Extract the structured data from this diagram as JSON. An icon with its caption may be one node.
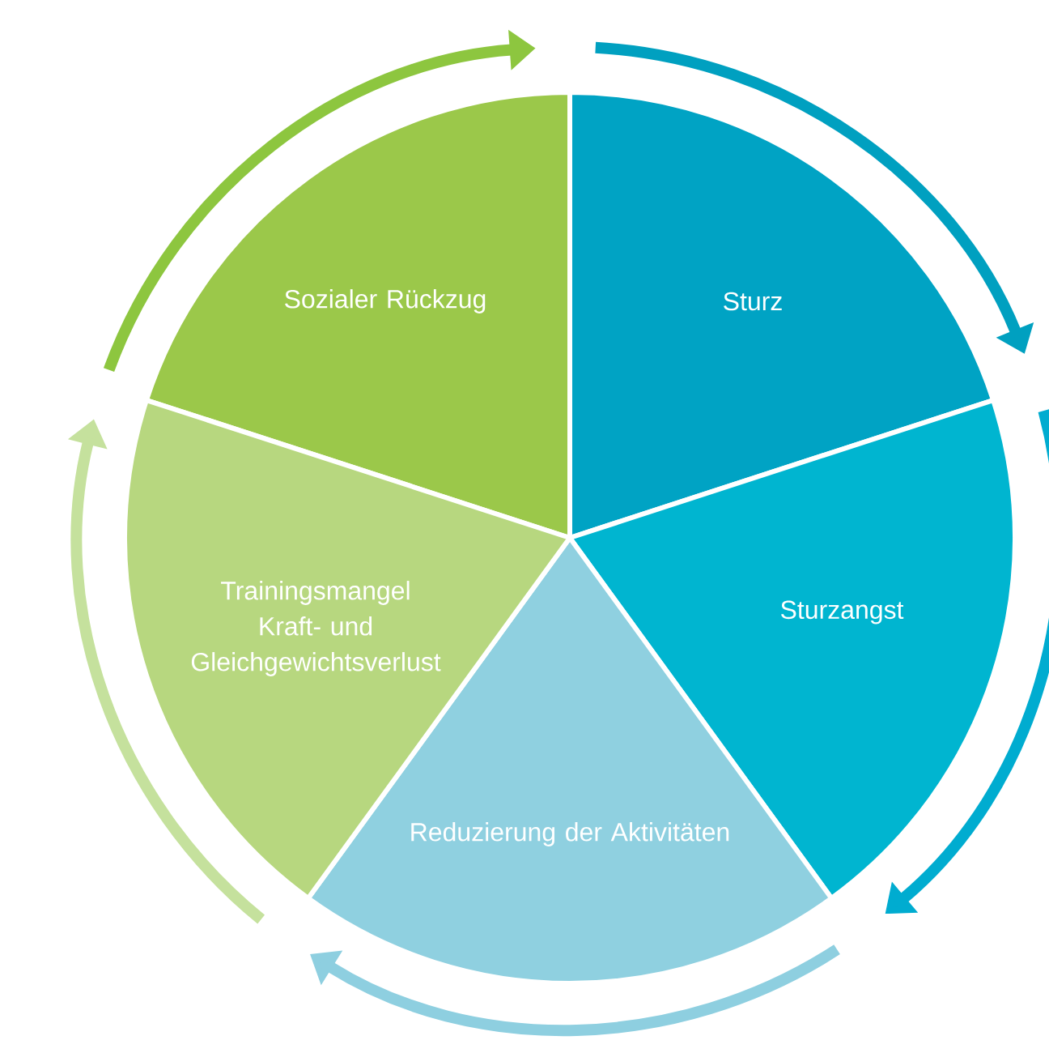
{
  "diagram": {
    "nodes": [
      {
        "text": [
          "Sozialer Rückzug"
        ]
      },
      {
        "text": [
          "Sturz"
        ]
      },
      {
        "text": [
          "Sturzangst"
        ]
      },
      {
        "text": [
          "Reduzierung der Aktivitäten"
        ]
      },
      {
        "text": [
          "Trainingsmangel",
          "Kraft- und Gleichgewichtsverlust"
        ]
      }
    ]
  }
}
